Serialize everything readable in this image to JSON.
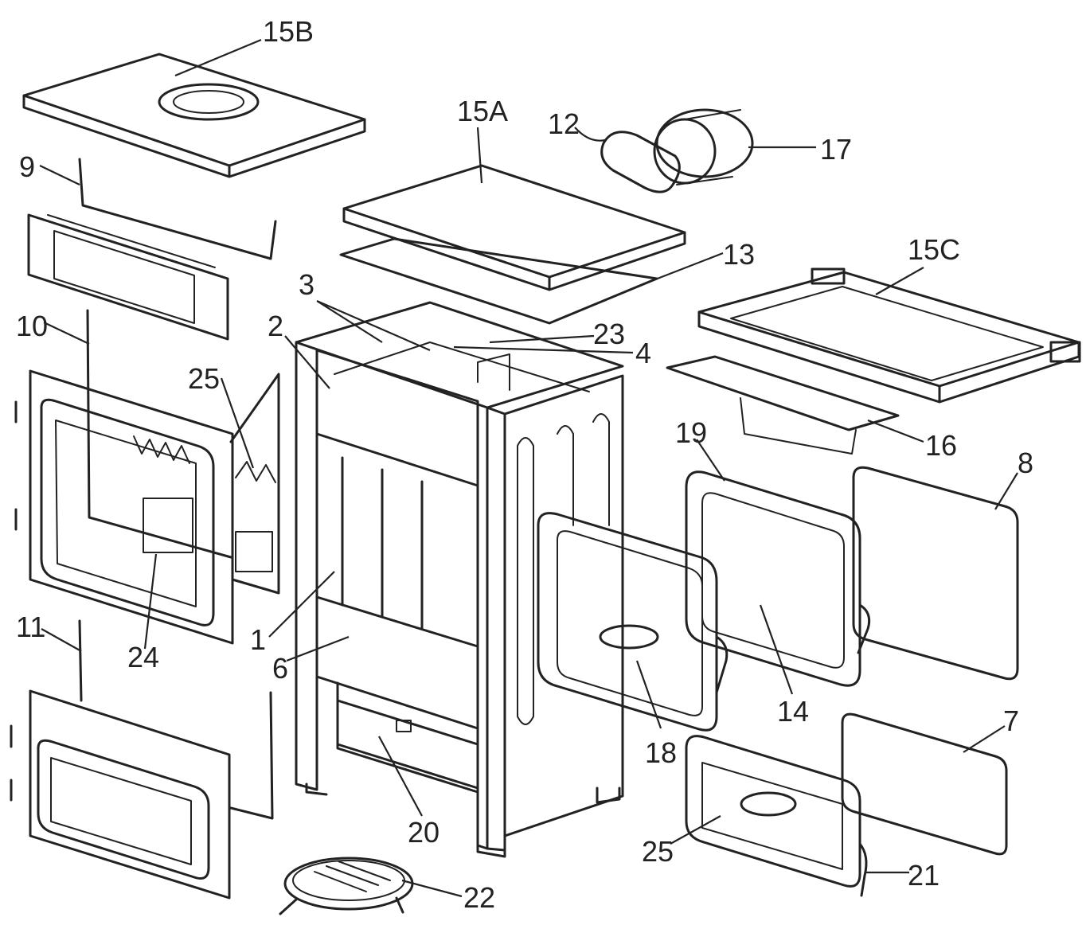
{
  "labels": [
    "15B",
    "15A",
    "12",
    "17",
    "9",
    "13",
    "15C",
    "3",
    "2",
    "23",
    "4",
    "10",
    "25",
    "16",
    "19",
    "8",
    "1",
    "24",
    "11",
    "6",
    "14",
    "18",
    "7",
    "20",
    "25",
    "21",
    "22"
  ],
  "colors": {
    "ink": "#222222",
    "background": "#ffffff"
  }
}
